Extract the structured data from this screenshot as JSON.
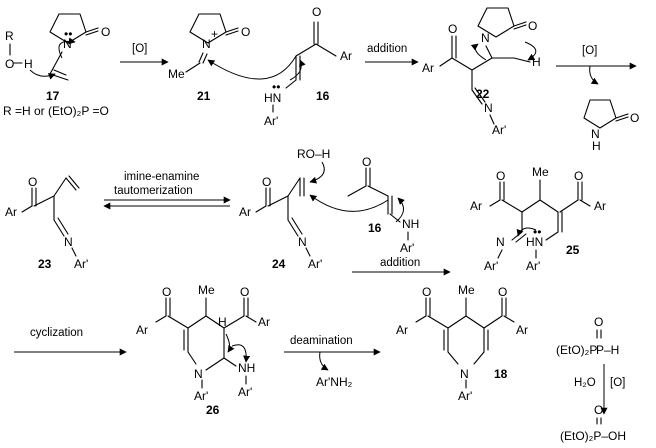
{
  "compound_labels": {
    "c17": "17",
    "c21": "21",
    "c16a": "16",
    "c22": "22",
    "c23": "23",
    "c24": "24",
    "c16b": "16",
    "c25": "25",
    "c26": "26",
    "c18": "18"
  },
  "reagents": {
    "ox1": "[O]",
    "addition1": "addition",
    "ox2": "[O]",
    "imine_enamine_1": "imine-enamine",
    "imine_enamine_2": "tautomerization",
    "addition2": "addition",
    "cyclization": "cyclization",
    "deamination": "deamination",
    "h2o": "H₂O",
    "ox3": "[O]"
  },
  "notes": {
    "r_def": "R =H or (EtO)₂P =O"
  },
  "atoms": {
    "r": "R",
    "o": "O",
    "h": "H",
    "n": "N",
    "nplus": "N",
    "plus": "+",
    "me": "Me",
    "ar": "Ar",
    "hn": "HN",
    "ar_prime": "Ar'",
    "nh": "NH",
    "ro_h": "RO–H",
    "ar_nh2": "Ar'NH₂",
    "eto2p": "(EtO)₂P",
    "eto2p_oh": "(EtO)₂P–OH",
    "p_h": "P–H"
  }
}
